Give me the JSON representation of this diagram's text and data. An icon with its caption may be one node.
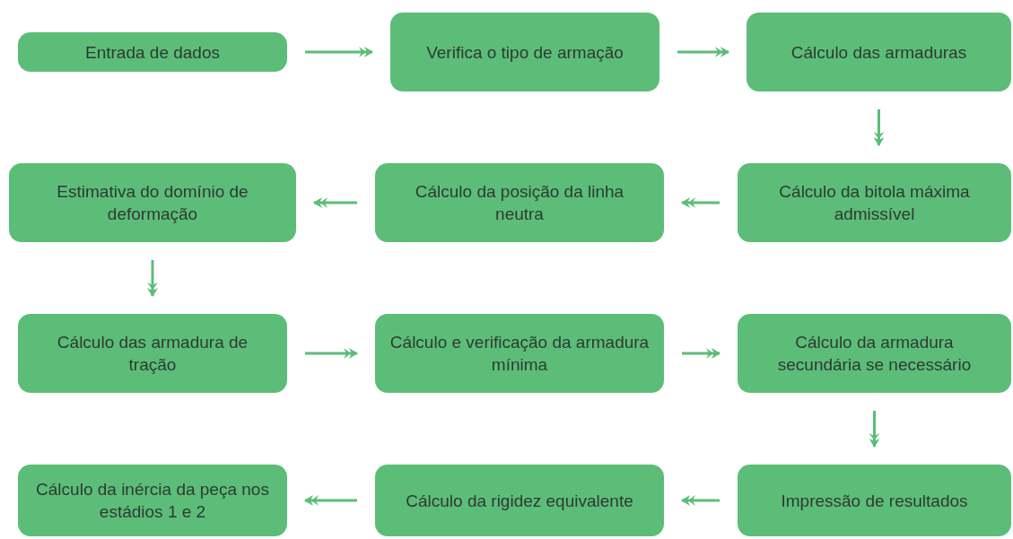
{
  "diagram": {
    "nodes": [
      {
        "text": [
          "Entrada de dados"
        ]
      },
      {
        "text": [
          "Verifica o tipo de armação"
        ]
      },
      {
        "text": [
          "Cálculo das armaduras"
        ]
      },
      {
        "text": [
          "Cálculo da bitola máxima admissível"
        ]
      },
      {
        "text": [
          "Cálculo da posição da linha neutra"
        ]
      },
      {
        "text": [
          "Estimativa do domínio de deformação"
        ]
      },
      {
        "text": [
          "Cálculo das armadura de tração"
        ]
      },
      {
        "text": [
          "Cálculo e verificação da armadura mínima"
        ]
      },
      {
        "text": [
          "Cálculo da armadura secundária se necessário"
        ]
      },
      {
        "text": [
          "Impressão de resultados"
        ]
      },
      {
        "text": [
          "Cálculo da rigidez equivalente"
        ]
      },
      {
        "text": [
          "Cálculo da inércia da peça nos estádios 1 e 2"
        ]
      }
    ],
    "edges": [
      {
        "from": 0,
        "to": 1,
        "arrow": "to"
      },
      {
        "from": 1,
        "to": 2,
        "arrow": "to"
      },
      {
        "from": 2,
        "to": 3,
        "arrow": "to"
      },
      {
        "from": 3,
        "to": 4,
        "arrow": "to"
      },
      {
        "from": 4,
        "to": 5,
        "arrow": "to"
      },
      {
        "from": 5,
        "to": 6,
        "arrow": "to"
      },
      {
        "from": 6,
        "to": 7,
        "arrow": "to"
      },
      {
        "from": 7,
        "to": 8,
        "arrow": "to"
      },
      {
        "from": 8,
        "to": 9,
        "arrow": "to"
      },
      {
        "from": 9,
        "to": 10,
        "arrow": "to"
      },
      {
        "from": 10,
        "to": 11,
        "arrow": "to"
      }
    ]
  }
}
